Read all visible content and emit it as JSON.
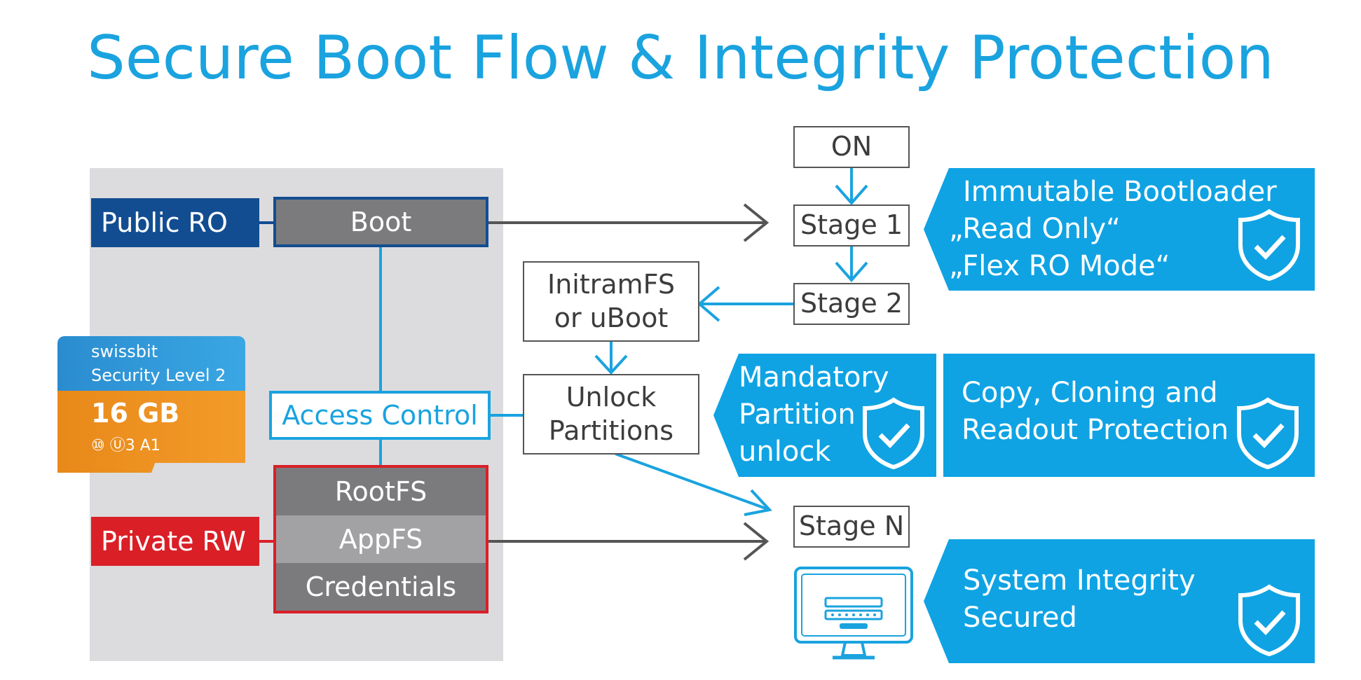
{
  "title": "Secure Boot Flow & Integrity Protection",
  "left": {
    "public_tag": "Public RO",
    "private_tag": "Private RW",
    "boot": "Boot",
    "access_control": "Access Control",
    "partitions": [
      "RootFS",
      "AppFS",
      "Credentials"
    ]
  },
  "card": {
    "brand": "swissbit",
    "level": "Security Level 2",
    "capacity": "16 GB",
    "marks": "⑩ Ⓤ3 A1"
  },
  "flow": {
    "on": "ON",
    "stage1": "Stage 1",
    "stage2": "Stage 2",
    "initramfs_line1": "InitramFS",
    "initramfs_line2": "or uBoot",
    "unlock_line1": "Unlock",
    "unlock_line2": "Partitions",
    "stageN": "Stage N"
  },
  "callouts": {
    "bootloader": [
      "Immutable Bootloader",
      "„Read Only“",
      "„Flex RO Mode“"
    ],
    "mandatory": [
      "Mandatory",
      "Partition",
      "unlock"
    ],
    "copy": [
      "Copy, Cloning and",
      "Readout Protection"
    ],
    "integrity": [
      "System Integrity",
      "Secured"
    ]
  },
  "colors": {
    "accent_blue": "#1aa3df",
    "callout_blue": "#0fa3e3",
    "dark_blue": "#124d91",
    "red": "#da1f27",
    "gray": "#7b7b7e",
    "panel_gray": "#dcdcdf"
  }
}
